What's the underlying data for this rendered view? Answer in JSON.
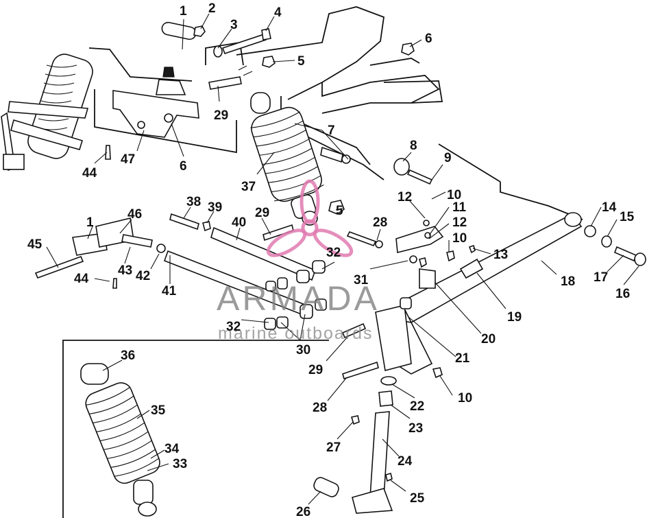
{
  "watermark": {
    "name": "ARMADA",
    "tagline": "marine outboards",
    "accent_color": "#e07ab0",
    "text_color": "#7f7f7f"
  },
  "callouts": [
    {
      "id": "c1a",
      "label": "1"
    },
    {
      "id": "c2",
      "label": "2"
    },
    {
      "id": "c3",
      "label": "3"
    },
    {
      "id": "c4",
      "label": "4"
    },
    {
      "id": "c5a",
      "label": "5"
    },
    {
      "id": "c6a",
      "label": "6"
    },
    {
      "id": "c29a",
      "label": "29"
    },
    {
      "id": "c6b",
      "label": "6"
    },
    {
      "id": "c47",
      "label": "47"
    },
    {
      "id": "c44a",
      "label": "44"
    },
    {
      "id": "c7",
      "label": "7"
    },
    {
      "id": "c8",
      "label": "8"
    },
    {
      "id": "c9",
      "label": "9"
    },
    {
      "id": "c37",
      "label": "37"
    },
    {
      "id": "c10a",
      "label": "10"
    },
    {
      "id": "c12a",
      "label": "12"
    },
    {
      "id": "c11",
      "label": "11"
    },
    {
      "id": "c12b",
      "label": "12"
    },
    {
      "id": "c10b",
      "label": "10"
    },
    {
      "id": "c13",
      "label": "13"
    },
    {
      "id": "c14",
      "label": "14"
    },
    {
      "id": "c15",
      "label": "15"
    },
    {
      "id": "c17",
      "label": "17"
    },
    {
      "id": "c16",
      "label": "16"
    },
    {
      "id": "c18",
      "label": "18"
    },
    {
      "id": "c19",
      "label": "19"
    },
    {
      "id": "c20",
      "label": "20"
    },
    {
      "id": "c21",
      "label": "21"
    },
    {
      "id": "c22",
      "label": "22"
    },
    {
      "id": "c10c",
      "label": "10"
    },
    {
      "id": "c23",
      "label": "23"
    },
    {
      "id": "c24",
      "label": "24"
    },
    {
      "id": "c25",
      "label": "25"
    },
    {
      "id": "c26",
      "label": "26"
    },
    {
      "id": "c27",
      "label": "27"
    },
    {
      "id": "c28a",
      "label": "28"
    },
    {
      "id": "c29b",
      "label": "29"
    },
    {
      "id": "c28b",
      "label": "28"
    },
    {
      "id": "c31",
      "label": "31"
    },
    {
      "id": "c30",
      "label": "30"
    },
    {
      "id": "c32a",
      "label": "32"
    },
    {
      "id": "c32b",
      "label": "32"
    },
    {
      "id": "c5b",
      "label": "5"
    },
    {
      "id": "c29c",
      "label": "29"
    },
    {
      "id": "c40",
      "label": "40"
    },
    {
      "id": "c41",
      "label": "41"
    },
    {
      "id": "c38",
      "label": "38"
    },
    {
      "id": "c39",
      "label": "39"
    },
    {
      "id": "c1b",
      "label": "1"
    },
    {
      "id": "c46",
      "label": "46"
    },
    {
      "id": "c45",
      "label": "45"
    },
    {
      "id": "c44b",
      "label": "44"
    },
    {
      "id": "c43",
      "label": "43"
    },
    {
      "id": "c42",
      "label": "42"
    },
    {
      "id": "c36",
      "label": "36"
    },
    {
      "id": "c35",
      "label": "35"
    },
    {
      "id": "c34",
      "label": "34"
    },
    {
      "id": "c33",
      "label": "33"
    }
  ]
}
